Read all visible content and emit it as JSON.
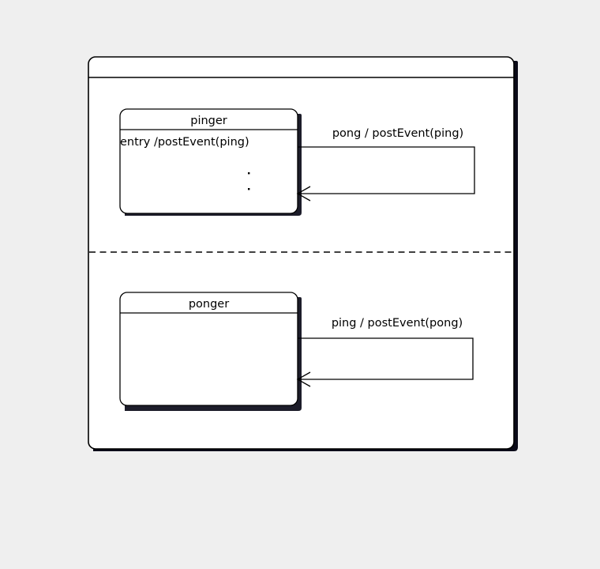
{
  "diagram": {
    "type": "uml-state-machine",
    "background_color": "#efefef",
    "line_color": "#000000",
    "fill_color": "#ffffff",
    "shadow_color": "#000000",
    "outer_state": {
      "name": "",
      "title_compartment_text": "",
      "regions_separator": "dashed"
    },
    "regions": [
      {
        "id": "region-top",
        "state": {
          "name": "pinger",
          "body_lines": [
            "entry /postEvent(ping)"
          ],
          "dots": [
            ".",
            "."
          ]
        },
        "transition": {
          "label": "pong / postEvent(ping)",
          "kind": "self-transition",
          "arrow": "open-arrowhead"
        }
      },
      {
        "id": "region-bottom",
        "state": {
          "name": "ponger",
          "body_lines": [],
          "dots": []
        },
        "transition": {
          "label": "ping / postEvent(pong)",
          "kind": "self-transition",
          "arrow": "open-arrowhead"
        }
      }
    ]
  }
}
